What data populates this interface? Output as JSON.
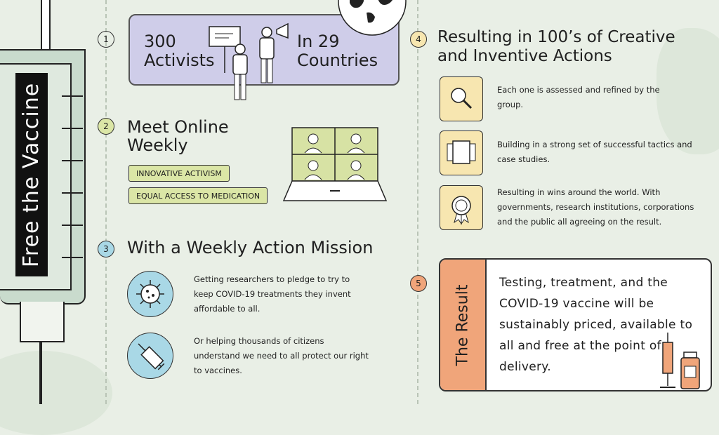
{
  "title": "Free the Vaccine",
  "steps": [
    {
      "num": "1",
      "left": "300\nActivists",
      "right": "In 29\nCountries"
    },
    {
      "num": "2",
      "heading": "Meet Online\nWeekly",
      "tags": [
        "INNOVATIVE ACTIVISM",
        "EQUAL ACCESS TO MEDICATION"
      ]
    },
    {
      "num": "3",
      "heading": "With a Weekly Action Mission",
      "items": [
        "Getting researchers to pledge to try to keep COVID-19 treatments they invent affordable to all.",
        "Or helping thousands of citizens understand we need to all protect our right to vaccines."
      ]
    },
    {
      "num": "4",
      "heading": "Resulting in 100’s of Creative and Inventive Actions",
      "items": [
        "Each one is assessed and refined by the group.",
        "Building in a strong set of successful tactics and case studies.",
        "Resulting in wins around the world. With governments, research institutions, corporations and the public all agreeing on the result."
      ]
    },
    {
      "num": "5",
      "label": "The Result",
      "text": "Testing, treatment, and the COVID-19 vaccine will be sustainably priced, available to all and free at the point of delivery."
    }
  ],
  "icons": {
    "step1": [
      "protester-icon",
      "megaphone-activist-icon",
      "globe-icon"
    ],
    "step2": [
      "video-call-laptop-icon"
    ],
    "step3": [
      "virus-icon",
      "syringe-icon"
    ],
    "step4": [
      "magnifier-icon",
      "documents-icon",
      "award-ribbon-icon"
    ],
    "step5": [
      "syringe-icon",
      "vaccine-vial-icon"
    ]
  },
  "colors": {
    "background": "#e9efe6",
    "step1_box": "#cfcde9",
    "tags": "#dbe6a6",
    "step3_icons": "#a9d8e6",
    "step4_icons": "#f7e6b0",
    "result_label": "#f0a57a",
    "syringe_barrel": "#c9dbcd"
  }
}
